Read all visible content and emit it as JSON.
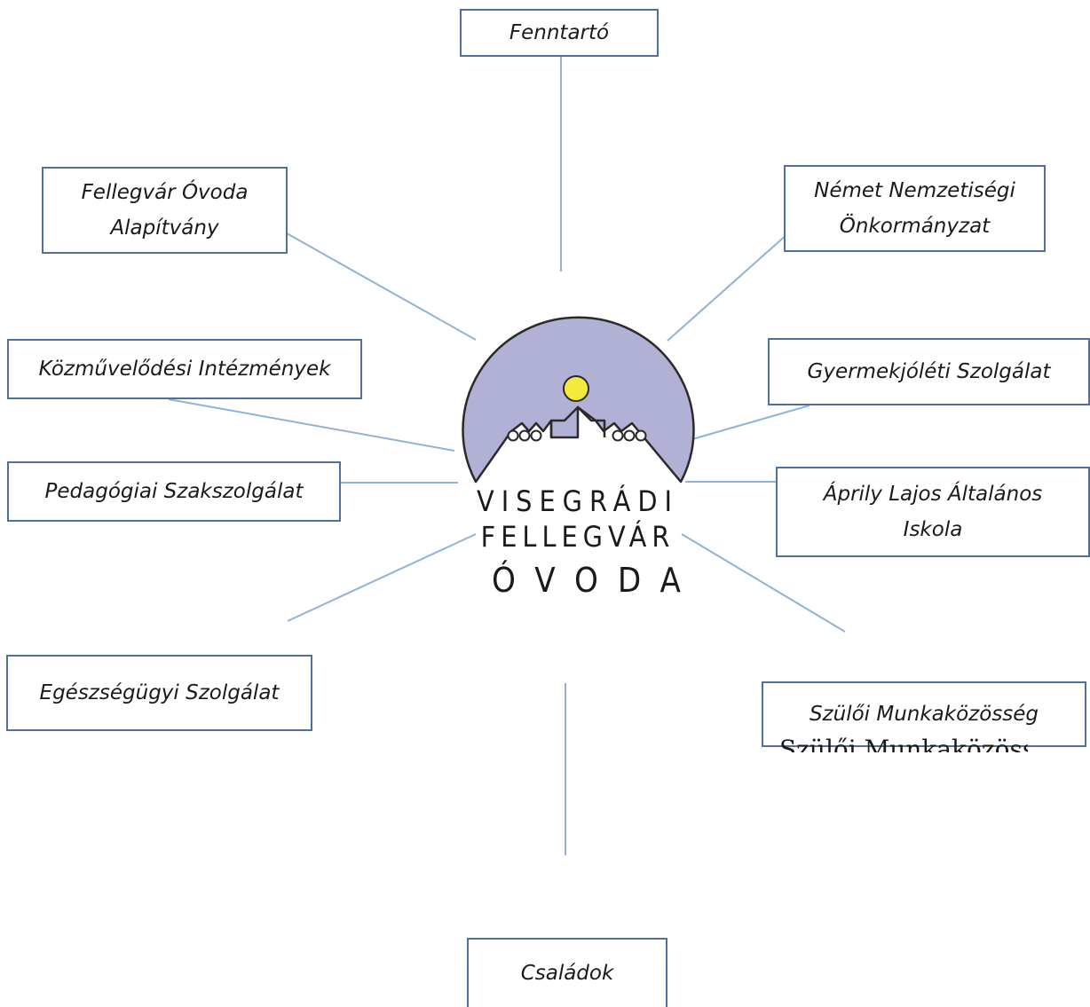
{
  "nodes": {
    "fenntarto": "Fenntartó",
    "alapitvany": "Fellegvár Óvoda\nAlapítvány",
    "nemzetisegi": "Német Nemzetiségi\nÖnkormányzat",
    "kozmuvelodesi": "Közművelődési Intézmények",
    "gyermekjoleti": "Gyermekjóléti Szolgálat",
    "pedagogiai": "Pedagógiai Szakszolgálat",
    "iskola": "Áprily Lajos Általános\nIskola",
    "egeszsegugyi": "Egészségügyi Szolgálat",
    "szuloi": "Szülői Munkaközösség",
    "csaladok": "Családok"
  },
  "ghost_text": "Szülői Munkaközösség",
  "logo": {
    "line1": "VISEGRÁDI",
    "line2": "FELLEGVÁR",
    "line3": "ÓVODA",
    "colors": {
      "dome": "#b1b0d5",
      "sun": "#f4ea3c",
      "outline": "#2a2a2a"
    }
  },
  "colors": {
    "box_border": "#4f6f9f",
    "connector": "#8fb3d6"
  }
}
